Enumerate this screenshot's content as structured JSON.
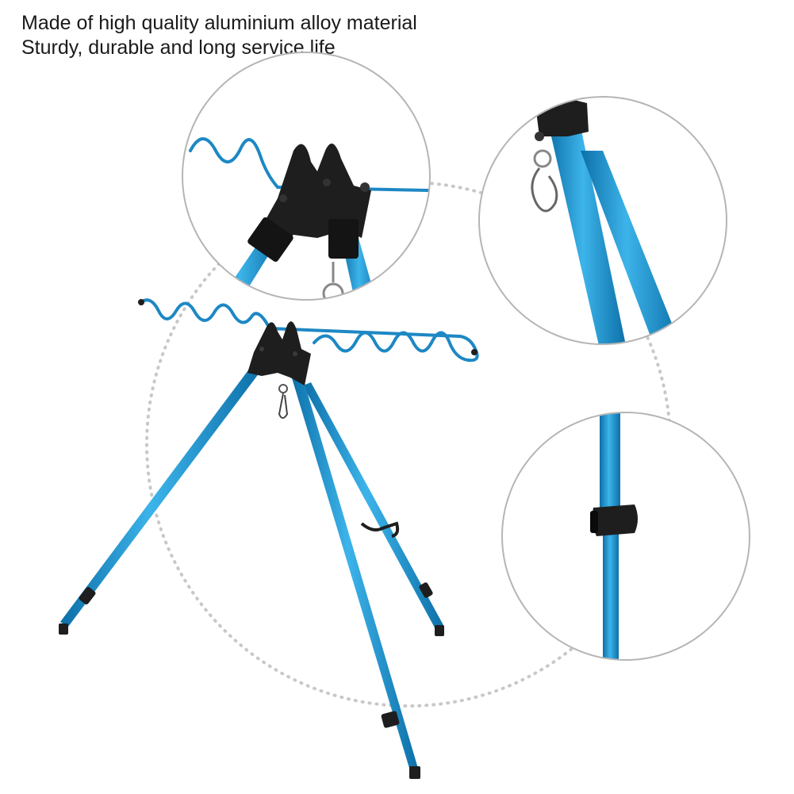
{
  "caption": {
    "line1": "Made of high quality aluminium alloy material",
    "line2": "Sturdy, durable and long service life"
  },
  "colors": {
    "aluminium_blue": "#2a9fd6",
    "aluminium_dark": "#0d6fa8",
    "plastic_black": "#1e1e1e",
    "dotted_ring": "#c8c8c8",
    "callout_border": "#b5b5b5"
  },
  "callouts": [
    {
      "name": "top-head-detail-callout",
      "depicts": "rod holder head with spiral rest"
    },
    {
      "name": "snap-hook-detail-callout",
      "depicts": "snap hook on leg joint"
    },
    {
      "name": "leg-lock-detail-callout",
      "depicts": "telescopic leg lock clip"
    }
  ]
}
